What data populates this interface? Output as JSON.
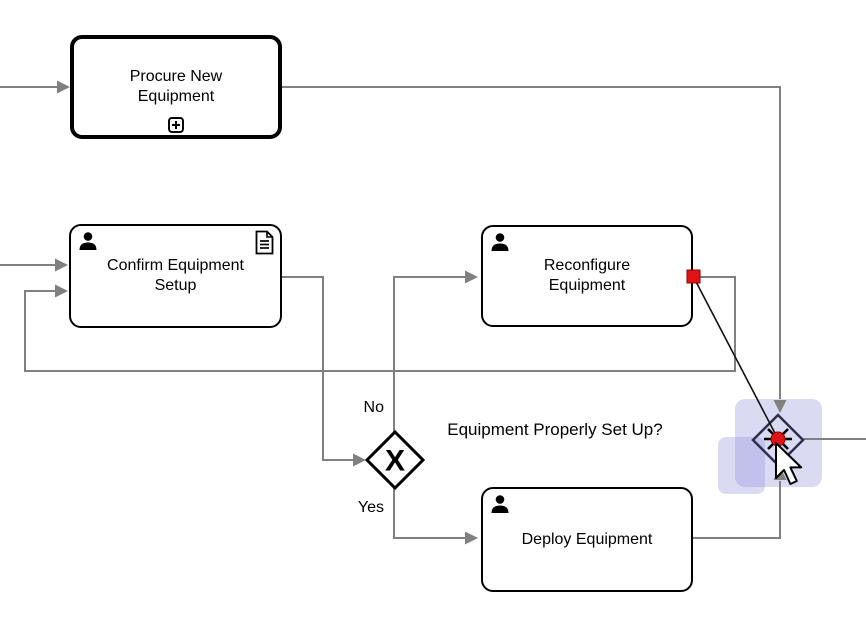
{
  "diagram": {
    "tasks": [
      {
        "id": "procure",
        "lines": [
          "Procure New",
          "Equipment"
        ],
        "type": "subprocess-call-activity"
      },
      {
        "id": "confirm",
        "lines": [
          "Confirm Equipment",
          "Setup"
        ],
        "type": "user-task-with-document"
      },
      {
        "id": "reconfigure",
        "lines": [
          "Reconfigure",
          "Equipment"
        ],
        "type": "user-task"
      },
      {
        "id": "deploy",
        "lines": [
          "Deploy Equipment"
        ],
        "type": "user-task"
      }
    ],
    "gateways": [
      {
        "id": "decision-gateway",
        "marker": "X",
        "question": "Equipment Properly Set Up?"
      },
      {
        "id": "merge-gateway",
        "marker": "X",
        "state": "drop-target-highlighted"
      }
    ],
    "flow_labels": {
      "no": "No",
      "yes": "Yes",
      "question": "Equipment Properly Set Up?"
    },
    "colors": {
      "connector_gray": "#808080",
      "task_border": "#000000",
      "drop_highlight": "#8c8cdb",
      "drag_red": "#e01414",
      "merge_gateway_stroke": "#2e2e50"
    }
  }
}
